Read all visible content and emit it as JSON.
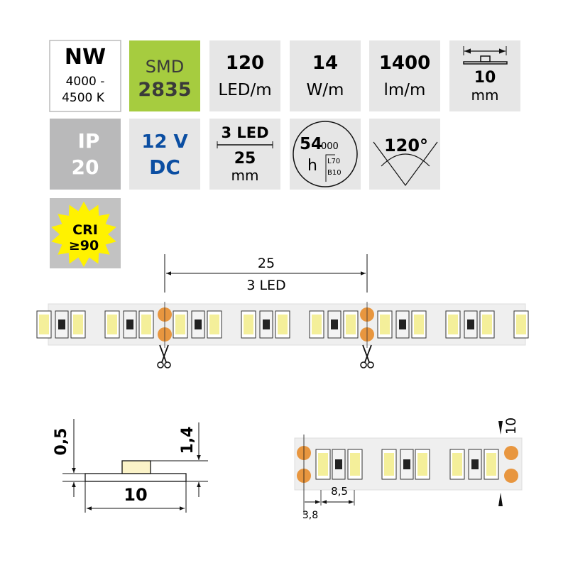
{
  "colors": {
    "tile": "#e6e6e6",
    "smd": "#a6cc3f",
    "ip": "#b9b9ba",
    "cri_bg": "#c2c2c2",
    "cri_star": "#fff200",
    "voltage": "#0b4ea2",
    "pad": "#e8963f",
    "strip": "#efefef"
  },
  "tiles": {
    "color_temp": {
      "code": "NW",
      "range_1": "4000 -",
      "range_2": "4500 K"
    },
    "chip": {
      "type": "SMD",
      "model": "2835"
    },
    "density": {
      "value": "120",
      "unit": "LED/m"
    },
    "power": {
      "value": "14",
      "unit": "W/m"
    },
    "lumen": {
      "value": "1400",
      "unit": "lm/m"
    },
    "width": {
      "value": "10",
      "unit": "mm",
      "icon": "strip-width-icon"
    },
    "ip": {
      "label": "IP",
      "value": "20"
    },
    "voltage": {
      "value": "12 V",
      "type": "DC"
    },
    "cut": {
      "top": "3 LED",
      "value": "25",
      "unit": "mm"
    },
    "lifetime": {
      "big": "54",
      "small": "000",
      "unit": "h",
      "l": "L70",
      "b": "B10"
    },
    "angle": {
      "value": "120°",
      "icon": "beam-angle-icon"
    },
    "cri": {
      "label": "CRI",
      "value": "≥90"
    }
  },
  "strip_top": {
    "dim_value": "25",
    "dim_label": "3 LED",
    "icon": "scissors-icon"
  },
  "cross_section": {
    "thickness": "0,5",
    "height": "1,4",
    "width": "10"
  },
  "strip_bottom": {
    "width": "10",
    "pitch": "8,5",
    "offset": "3,8"
  }
}
